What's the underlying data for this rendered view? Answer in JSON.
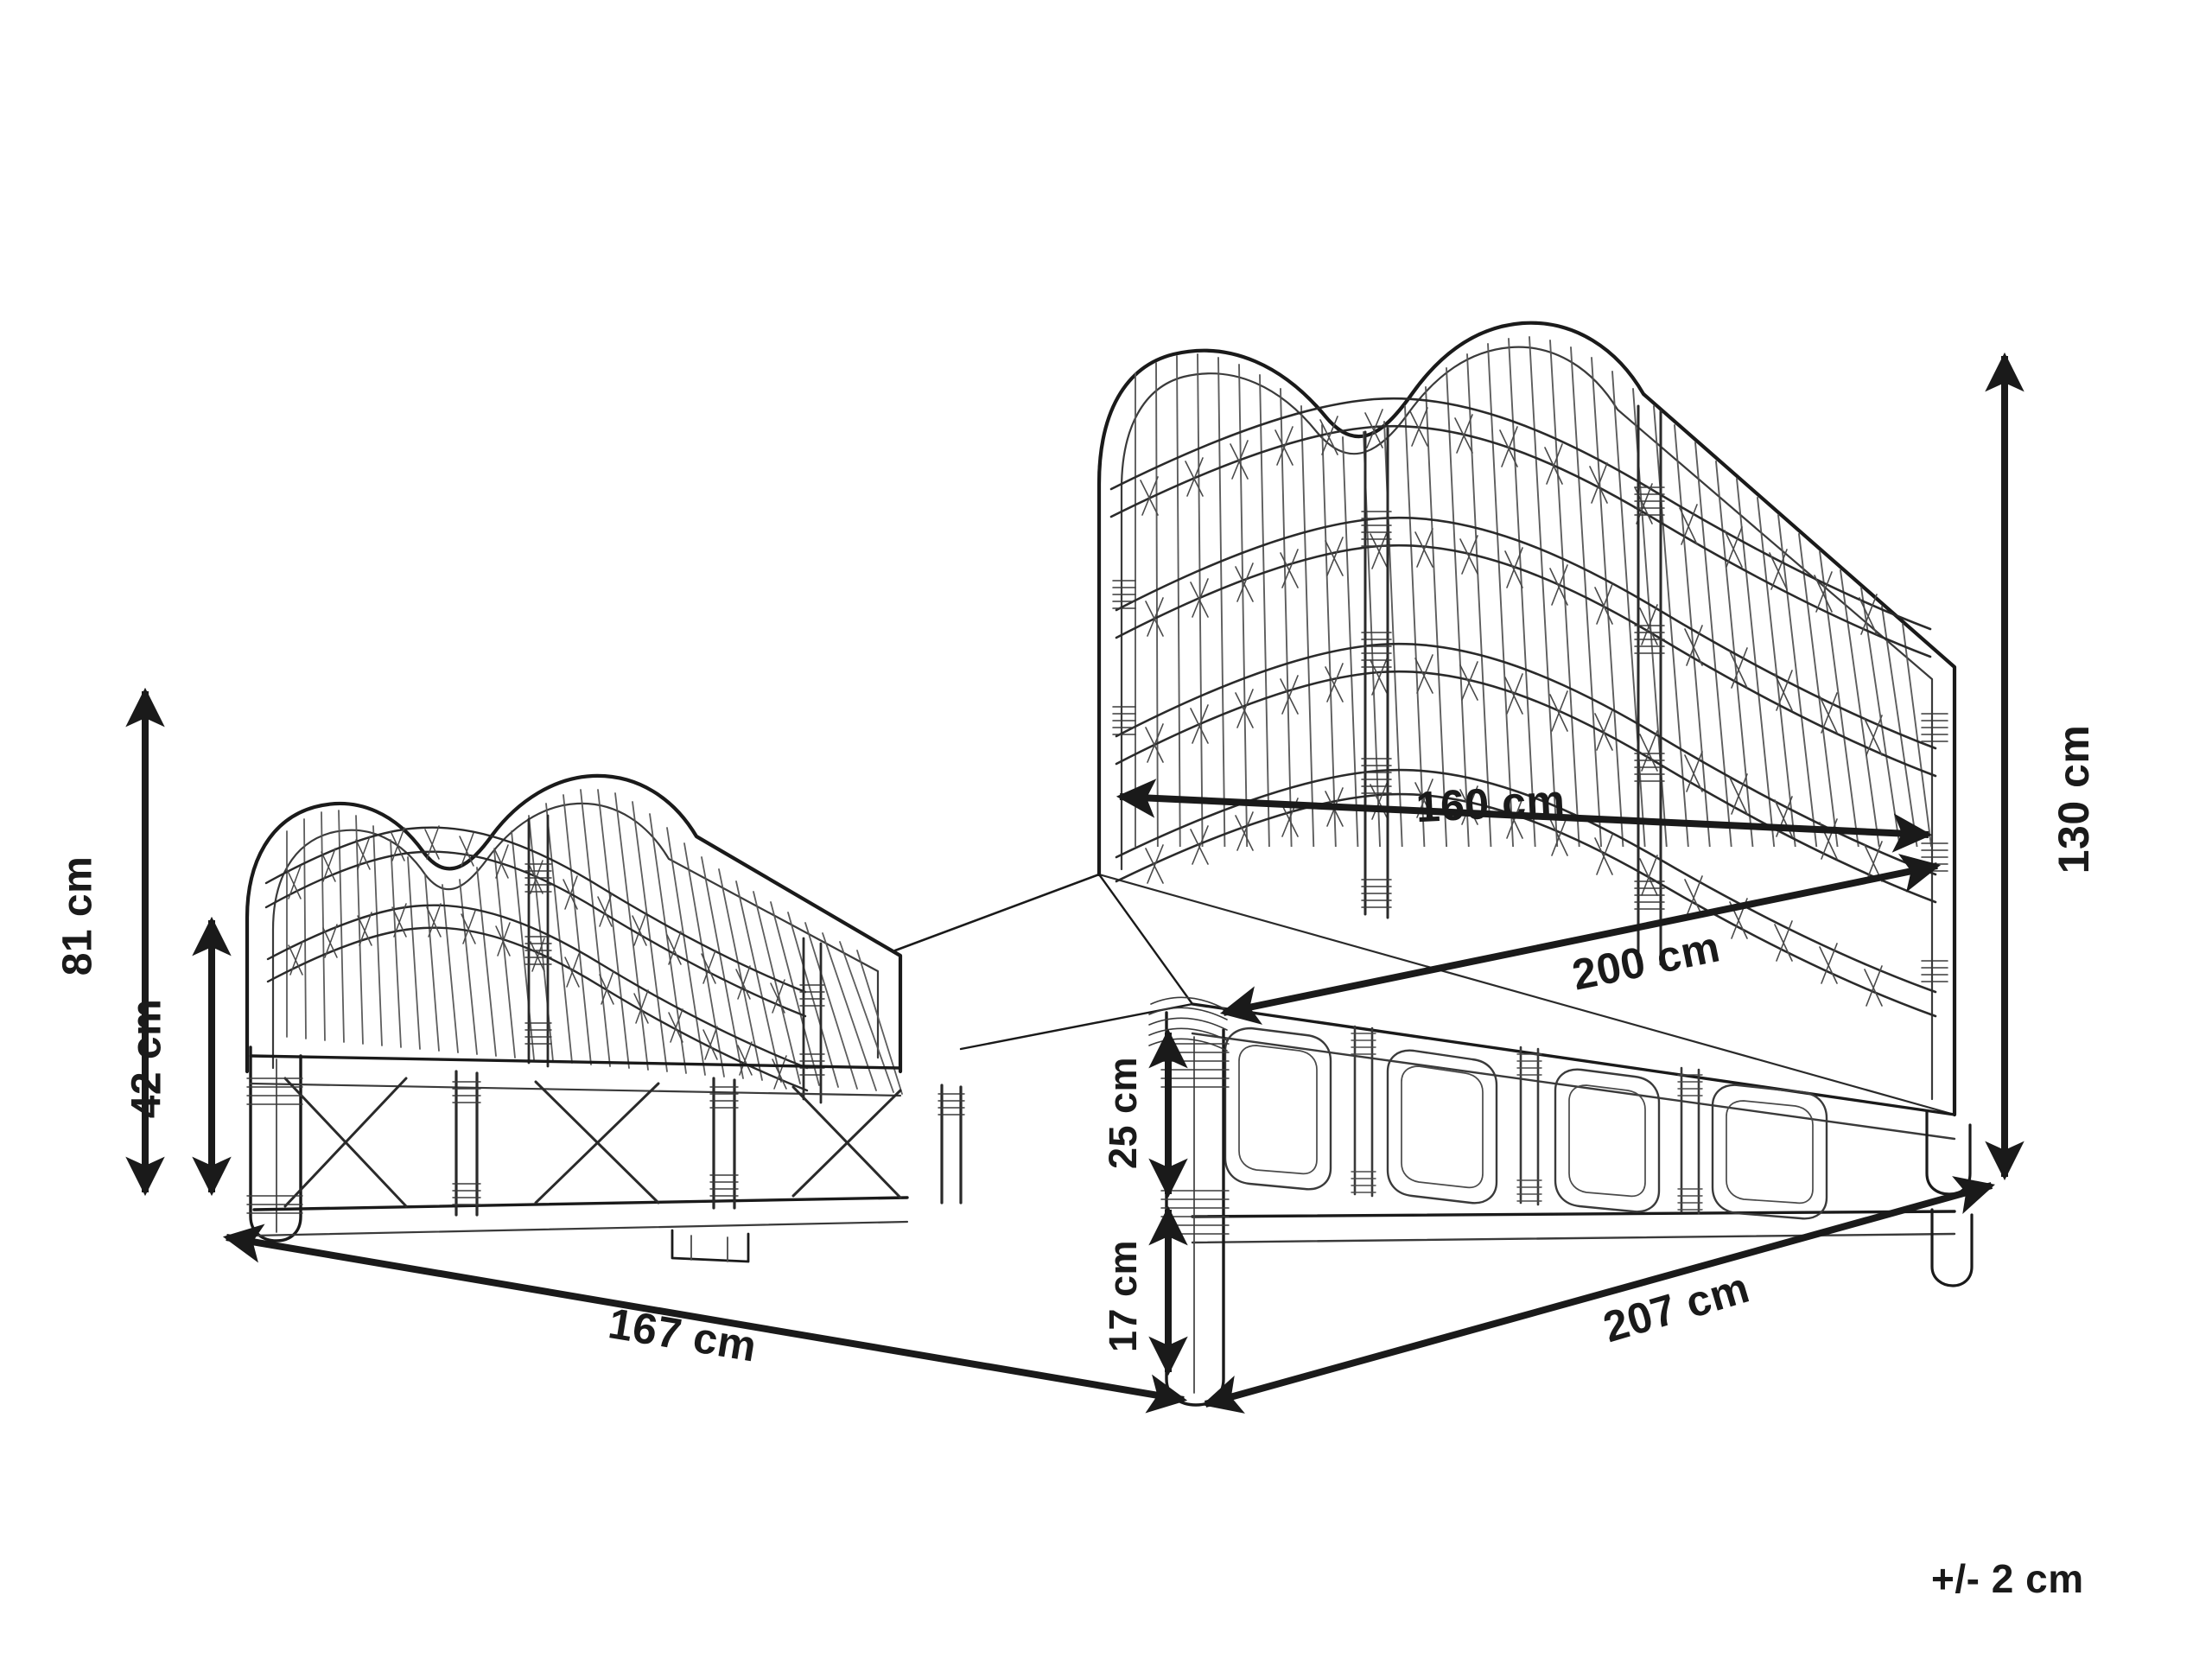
{
  "drawing": {
    "title": "Rattan Bed Technical Dimension Drawing",
    "product": "rattan-bed",
    "view": "isometric-line-drawing",
    "line_color": "#1a1a1a",
    "detail_line_color": "#3a3a3a",
    "background_color": "#ffffff",
    "dimension_color": "#1a1a1a"
  },
  "dimensions": {
    "footboard_total_height": {
      "label": "81 cm",
      "value": 81,
      "unit": "cm",
      "orientation": "vertical"
    },
    "footboard_rail_height": {
      "label": "42 cm",
      "value": 42,
      "unit": "cm",
      "orientation": "vertical"
    },
    "footboard_width": {
      "label": "167 cm",
      "value": 167,
      "unit": "cm",
      "orientation": "diagonal"
    },
    "side_rail_height": {
      "label": "25 cm",
      "value": 25,
      "unit": "cm",
      "orientation": "vertical"
    },
    "leg_clearance": {
      "label": "17 cm",
      "value": 17,
      "unit": "cm",
      "orientation": "vertical"
    },
    "overall_length": {
      "label": "207 cm",
      "value": 207,
      "unit": "cm",
      "orientation": "diagonal"
    },
    "mattress_width": {
      "label": "160 cm",
      "value": 160,
      "unit": "cm",
      "orientation": "diagonal"
    },
    "mattress_length": {
      "label": "200 cm",
      "value": 200,
      "unit": "cm",
      "orientation": "diagonal"
    },
    "headboard_height": {
      "label": "130 cm",
      "value": 130,
      "unit": "cm",
      "orientation": "vertical"
    }
  },
  "notes": {
    "tolerance": "+/- 2 cm"
  }
}
